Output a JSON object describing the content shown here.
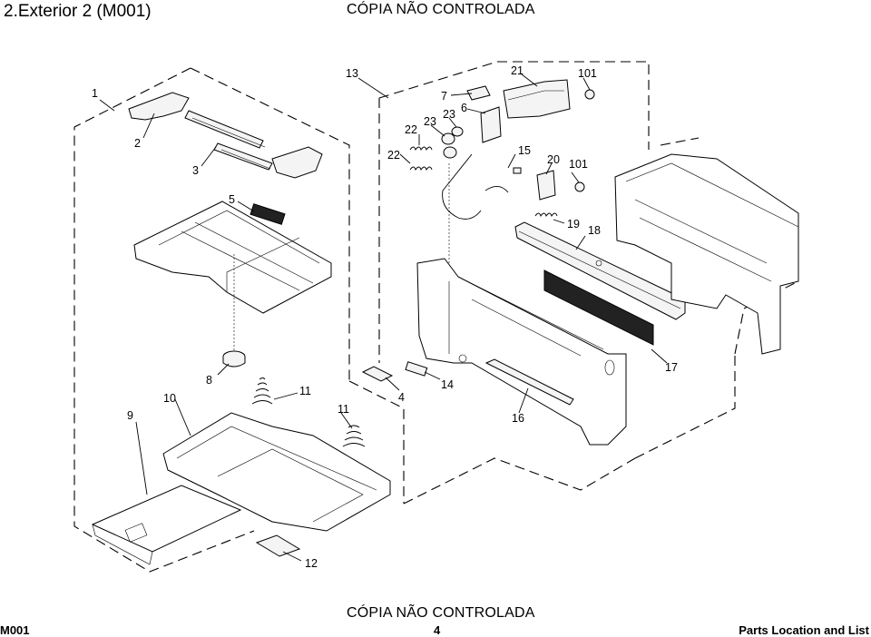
{
  "header": {
    "title": "2.Exterior 2 (M001)",
    "stamp_top": "CÓPIA NÃO CONTROLADA"
  },
  "footer": {
    "stamp_bottom": "CÓPIA NÃO CONTROLADA",
    "model": "M001",
    "page_number": "4",
    "section": "Parts Location and List"
  },
  "callouts": {
    "c1": "1",
    "c2": "2",
    "c3": "3",
    "c4": "4",
    "c5": "5",
    "c6": "6",
    "c7": "7",
    "c8": "8",
    "c9": "9",
    "c10": "10",
    "c11a": "11",
    "c11b": "11",
    "c12": "12",
    "c13": "13",
    "c14": "14",
    "c15": "15",
    "c16": "16",
    "c17": "17",
    "c18": "18",
    "c19": "19",
    "c20": "20",
    "c21": "21",
    "c22a": "22",
    "c22b": "22",
    "c23a": "23",
    "c23b": "23",
    "c101a": "101",
    "c101b": "101"
  }
}
